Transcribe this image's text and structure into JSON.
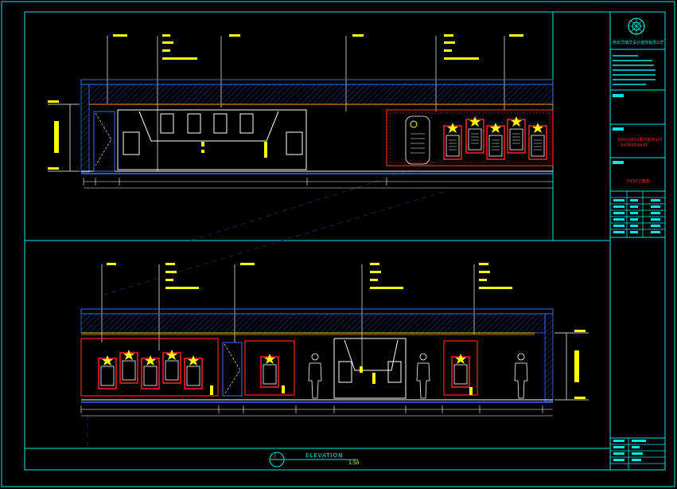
{
  "title_block": {
    "company_name": "南京艾瑞艾设计装饰有限公司",
    "logo_icon": "company-logo-icon",
    "project_name_lines": [
      "XXXXXXXX展厅装饰设计",
      "XXXXXXXXXX"
    ],
    "drawing_name": "XXXX立面图"
  },
  "elevation": {
    "caption": "ELEVATION",
    "mark_number": "J",
    "scale_text": "1:50"
  },
  "colors": {
    "frame": "#00e5e5",
    "wall": "#ffffff",
    "accent_red": "#ff2020",
    "accent_yellow": "#ffff00",
    "hatch_blue": "#3a6cff",
    "orange": "#ff8a00",
    "annotation_yellow": "#ffff00"
  }
}
